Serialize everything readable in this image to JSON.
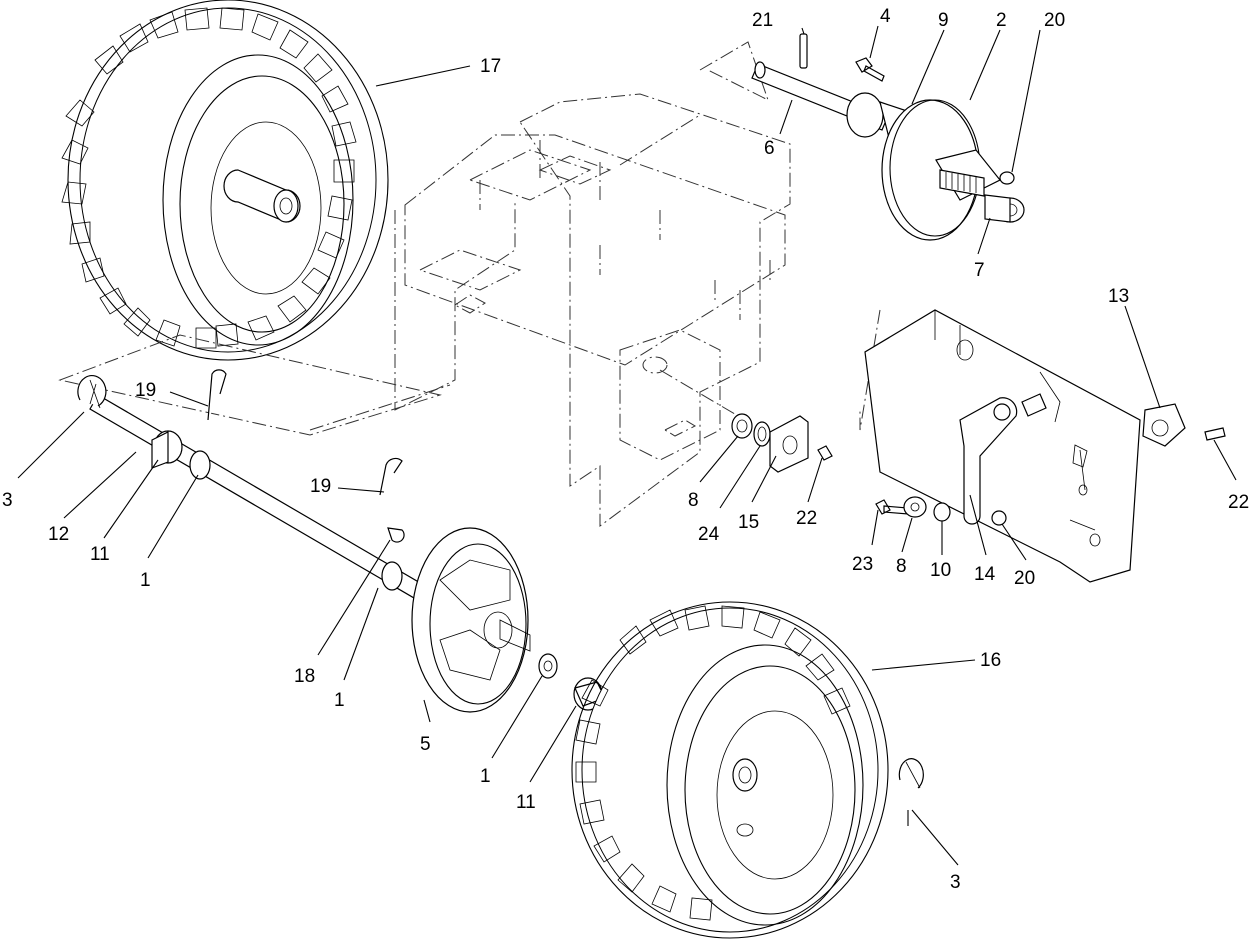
{
  "diagram": {
    "callouts": [
      {
        "id": "c21a",
        "text": "21"
      },
      {
        "id": "c4a",
        "text": "4"
      },
      {
        "id": "c9a",
        "text": "9"
      },
      {
        "id": "c2a",
        "text": "2"
      },
      {
        "id": "c20a",
        "text": "20"
      },
      {
        "id": "c17a",
        "text": "17"
      },
      {
        "id": "c6a",
        "text": "6"
      },
      {
        "id": "c7a",
        "text": "7"
      },
      {
        "id": "c13a",
        "text": "13"
      },
      {
        "id": "c19a",
        "text": "19"
      },
      {
        "id": "c19b",
        "text": "19"
      },
      {
        "id": "c3a",
        "text": "3"
      },
      {
        "id": "c12a",
        "text": "12"
      },
      {
        "id": "c11a",
        "text": "11"
      },
      {
        "id": "c1a",
        "text": "1"
      },
      {
        "id": "c8a",
        "text": "8"
      },
      {
        "id": "c24a",
        "text": "24"
      },
      {
        "id": "c15a",
        "text": "15"
      },
      {
        "id": "c22a",
        "text": "22"
      },
      {
        "id": "c22b",
        "text": "22"
      },
      {
        "id": "c23a",
        "text": "23"
      },
      {
        "id": "c8b",
        "text": "8"
      },
      {
        "id": "c10a",
        "text": "10"
      },
      {
        "id": "c14a",
        "text": "14"
      },
      {
        "id": "c20b",
        "text": "20"
      },
      {
        "id": "c16a",
        "text": "16"
      },
      {
        "id": "c18a",
        "text": "18"
      },
      {
        "id": "c1b",
        "text": "1"
      },
      {
        "id": "c5a",
        "text": "5"
      },
      {
        "id": "c1c",
        "text": "1"
      },
      {
        "id": "c11b",
        "text": "11"
      },
      {
        "id": "c3b",
        "text": "3"
      }
    ]
  }
}
